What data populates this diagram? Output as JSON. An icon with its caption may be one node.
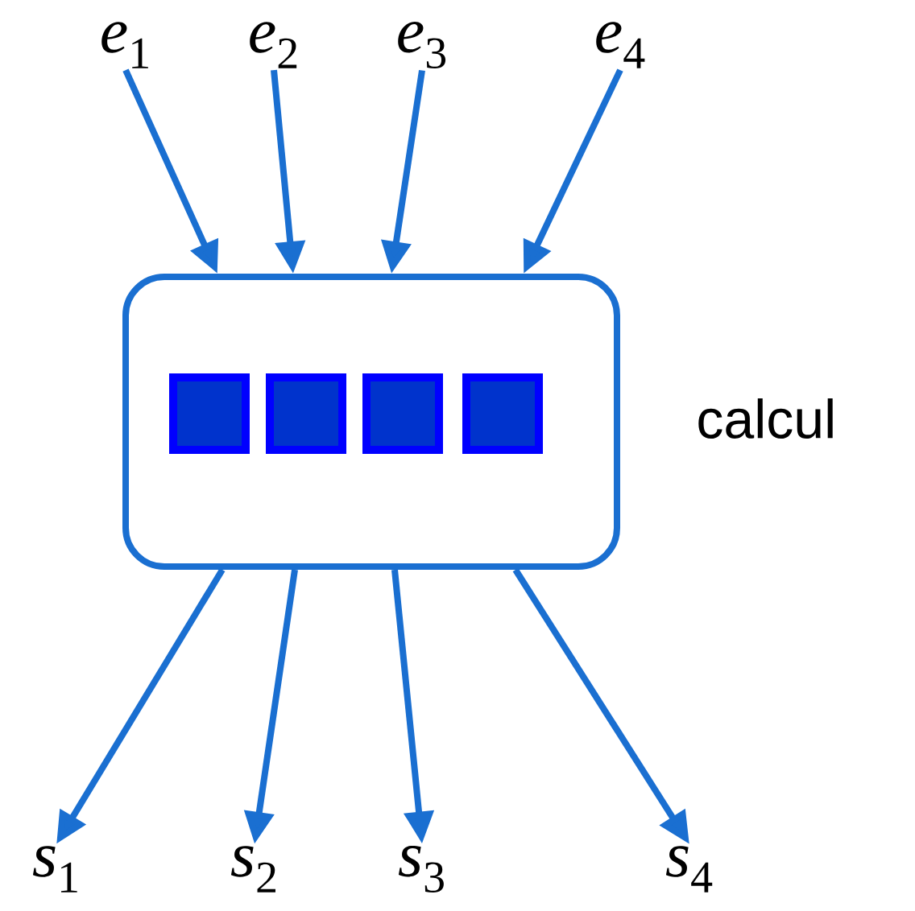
{
  "diagram": {
    "nodes": [
      {
        "text": [
          "*e*$_{1}$"
        ]
      },
      {
        "text": [
          "*e*$_{2}$"
        ]
      },
      {
        "text": [
          "*e*$_{3}$"
        ]
      },
      {
        "text": [
          "*e*$_{4}$"
        ]
      },
      {
        "text": [],
        "shape": "box",
        "beside": [
          "calcul"
        ]
      },
      {
        "text": [],
        "shape": "box",
        "in": 4
      },
      {
        "text": [],
        "shape": "box",
        "in": 4
      },
      {
        "text": [],
        "shape": "box",
        "in": 4
      },
      {
        "text": [],
        "shape": "box",
        "in": 4
      },
      {
        "text": [
          "*s*$_{1}$"
        ]
      },
      {
        "text": [
          "*s*$_{2}$"
        ]
      },
      {
        "text": [
          "*s*$_{3}$"
        ]
      },
      {
        "text": [
          "*s*$_{4}$"
        ]
      }
    ],
    "edges": [
      {
        "from": 0,
        "to": 4,
        "arrow": "to"
      },
      {
        "from": 1,
        "to": 4,
        "arrow": "to"
      },
      {
        "from": 2,
        "to": 4,
        "arrow": "to"
      },
      {
        "from": 3,
        "to": 4,
        "arrow": "to"
      },
      {
        "from": 4,
        "to": 9,
        "arrow": "to"
      },
      {
        "from": 4,
        "to": 10,
        "arrow": "to"
      },
      {
        "from": 4,
        "to": 11,
        "arrow": "to"
      },
      {
        "from": 4,
        "to": 12,
        "arrow": "to"
      }
    ]
  }
}
